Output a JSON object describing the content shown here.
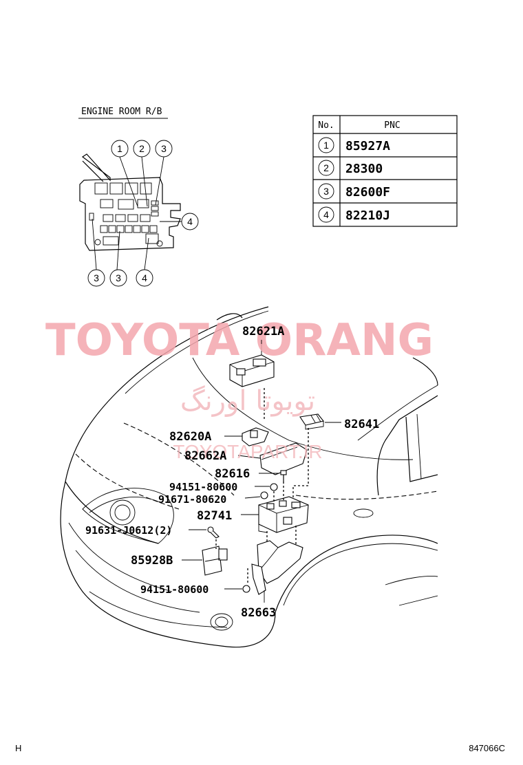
{
  "inset_title": "ENGINE ROOM R/B",
  "inset_callouts": [
    "1",
    "2",
    "3",
    "4",
    "3",
    "3",
    "4"
  ],
  "table": {
    "col_no": "No.",
    "col_pnc": "PNC",
    "rows": [
      {
        "no": "1",
        "pnc": "85927A"
      },
      {
        "no": "2",
        "pnc": "28300"
      },
      {
        "no": "3",
        "pnc": "82600F"
      },
      {
        "no": "4",
        "pnc": "82210J"
      }
    ]
  },
  "watermark": {
    "main": "TOYOTA ORANG",
    "persian": "تویوتا اورنگ",
    "url": "TOYOTAPART.IR"
  },
  "labels": {
    "p82621A": "82621A",
    "p82641": "82641",
    "p82620A": "82620A",
    "p82662A": "82662A",
    "p82616": "82616",
    "p94151a": "94151-80600",
    "p91671": "91671-80620",
    "p82741": "82741",
    "p91631": "91631-J0612(2)",
    "p85928B": "85928B",
    "p94151b": "94151-80600",
    "p82663": "82663"
  },
  "footer_left": "H",
  "footer_right": "847066C"
}
